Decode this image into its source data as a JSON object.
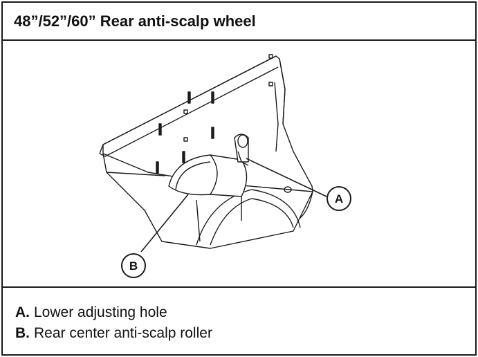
{
  "header": {
    "title": "48”/52”/60” Rear anti-scalp wheel"
  },
  "figure": {
    "callouts": [
      {
        "key": "A"
      },
      {
        "key": "B"
      }
    ]
  },
  "legend": {
    "items": [
      {
        "key": "A.",
        "text": "Lower adjusting hole"
      },
      {
        "key": "B.",
        "text": "Rear center anti-scalp roller"
      }
    ]
  }
}
